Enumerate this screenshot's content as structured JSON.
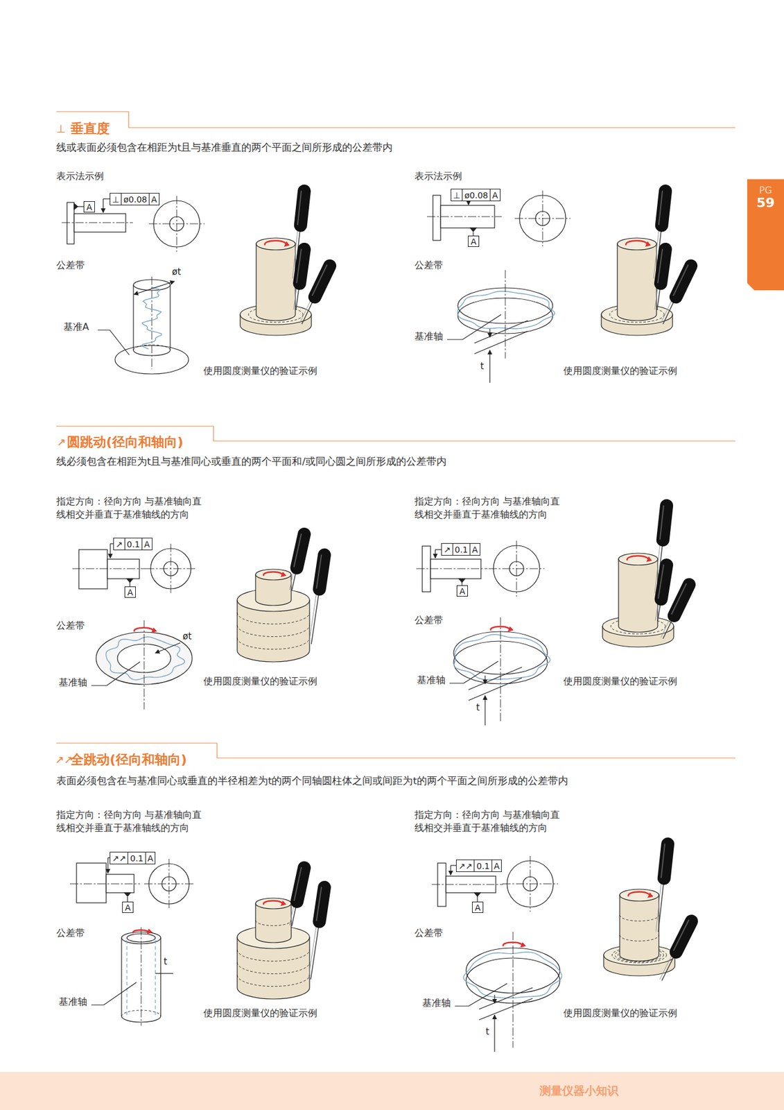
{
  "diagram": {
    "nodes": [
      {
        "text": [
          "PG",
          "59"
        ]
      },
      {
        "text": [
          "⊥",
          "ø0.08",
          "A"
        ]
      },
      {
        "text": [
          "A"
        ]
      },
      {
        "text": [
          "⊥",
          "ø0.08",
          "A"
        ]
      },
      {
        "text": [
          "A"
        ]
      },
      {
        "text": [
          "↗",
          "0.1",
          "A"
        ]
      },
      {
        "text": [
          "A"
        ]
      },
      {
        "text": [
          "↗",
          "0.1",
          "A"
        ]
      },
      {
        "text": [
          "A"
        ]
      },
      {
        "text": [
          "↗↗",
          "0.1",
          "A"
        ]
      },
      {
        "text": [
          "A"
        ]
      },
      {
        "text": [
          "↗↗",
          "0.1",
          "A"
        ]
      },
      {
        "text": [
          "A"
        ]
      },
      {
        "text": [
          "测量仪器小知识"
        ]
      }
    ],
    "labels": [
      "⊥",
      "垂直度",
      "线或表面必须包含在相距为t且与基准垂直的两个平面之间所形成的公差带内",
      "表示法示例",
      "公差带",
      "øt",
      "基准A",
      "使用圆度测量仪的验证示例",
      "表示法示例",
      "公差带",
      "基准轴",
      "t",
      "使用圆度测量仪的验证示例",
      "↗",
      "圆跳动(径向和轴向)",
      "线必须包含在相距为t且与基准同心或垂直的两个平面和/或同心圆之间所形成的公差带内",
      "指定方向：径向方向 与基准轴向直 线相交并垂直于基准轴线的方向",
      "公差带",
      "øt",
      "基准轴",
      "使用圆度测量仪的验证示例",
      "指定方向：径向方向 与基准轴向直 线相交并垂直于基准轴线的方向",
      "公差带",
      "基准轴",
      "t",
      "使用圆度测量仪的验证示例",
      "↗↗",
      "全跳动(径向和轴向)",
      "表面必须包含在与基准同心或垂直的半径相差为t的两个同轴圆柱体之间或间距为t的两个平面之间所形成的公差带内",
      "指定方向：径向方向 与基准轴向直 线相交并垂直于基准轴线的方向",
      "公差带",
      "t",
      "基准轴",
      "使用圆度测量仪的验证示例",
      "指定方向：径向方向 与基准轴向直 线相交并垂直于基准轴线的方向",
      "公差带",
      "基准轴",
      "t",
      "使用圆度测量仪的验证示例"
    ]
  }
}
